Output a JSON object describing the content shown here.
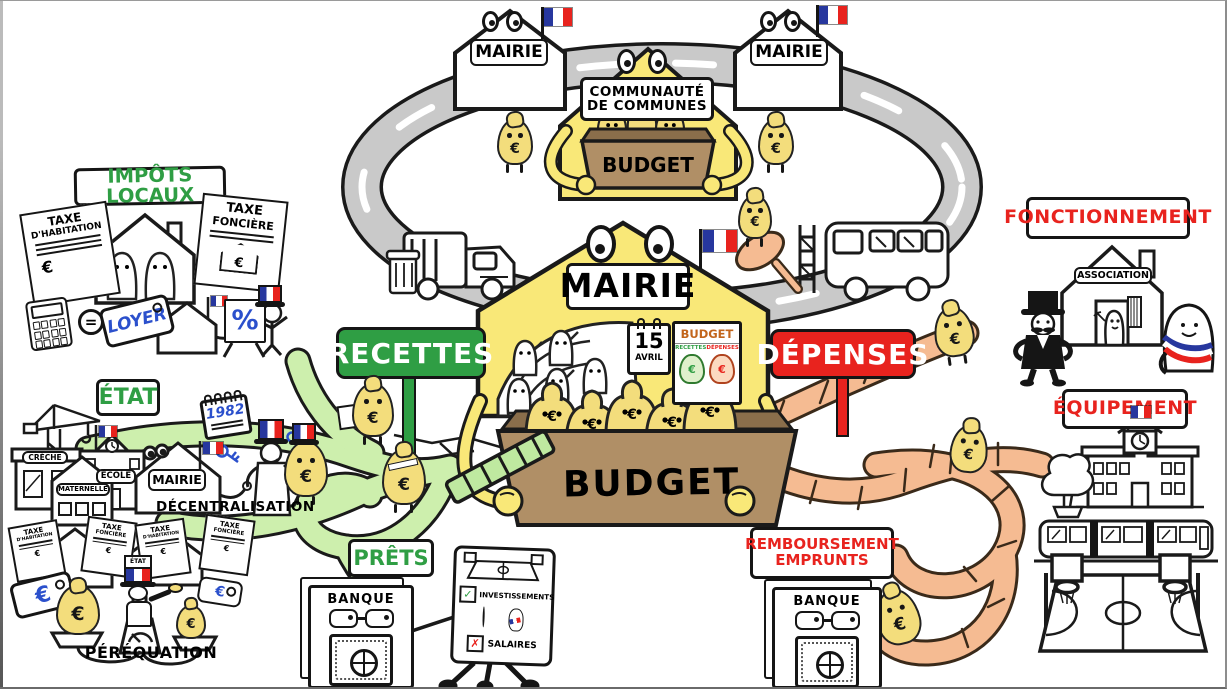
{
  "palette": {
    "green": "#2f9e44",
    "red": "#e8231e",
    "blue": "#2b50cc",
    "house_yellow": "#f9e878",
    "bag_yellow": "#f3dd7c",
    "basket_brown": "#b08f66",
    "slide_orange": "#f5bb92",
    "path_green": "#cdefad",
    "road_gray": "#c9c9c9",
    "flag_blue": "#27379e",
    "flag_red": "#e8231e"
  },
  "euro": "€",
  "top": {
    "mairie": "MAIRIE",
    "communaute_line1": "COMMUNAUTÉ",
    "communaute_line2": "DE COMMUNES",
    "budget": "BUDGET"
  },
  "impots": {
    "title": "IMPÔTS LOCAUX",
    "taxe": "TAXE",
    "habitation": "D'HABITATION",
    "fonciere": "FONCIÈRE",
    "loyer": "LOYER",
    "percent": "%",
    "equals": "="
  },
  "etat": {
    "title": "ÉTAT",
    "creche": "CRÈCHE",
    "ecole": "ÉCOLE",
    "maternelle": "MATERNELLE",
    "mairie": "MAIRIE",
    "annee": "1982",
    "decentralisation": "DÉCENTRALISATION",
    "hat": "ÉTAT"
  },
  "perequation": {
    "title": "PÉRÉQUATION"
  },
  "recettes": {
    "sign": "RECETTES"
  },
  "depenses": {
    "sign": "DÉPENSES"
  },
  "prets": {
    "sign": "PRÊTS",
    "banque": "BANQUE"
  },
  "flipchart": {
    "check": "✓",
    "investissements": "INVESTISSEMENTS",
    "cross": "✗",
    "salaires": "SALAIRES"
  },
  "mairie_centrale": {
    "nom": "MAIRIE",
    "jour": "15",
    "mois": "AVRIL",
    "affiche_titre": "BUDGET",
    "affiche_recettes": "RECETTES",
    "affiche_depenses": "DÉPENSES",
    "panier": "BUDGET"
  },
  "fonctionnement": {
    "title": "FONCTIONNEMENT",
    "association": "ASSOCIATION"
  },
  "equipement": {
    "title": "ÉQUIPEMENT"
  },
  "remboursement": {
    "line1": "REMBOURSEMENT",
    "line2": "EMPRUNTS",
    "banque": "BANQUE"
  }
}
